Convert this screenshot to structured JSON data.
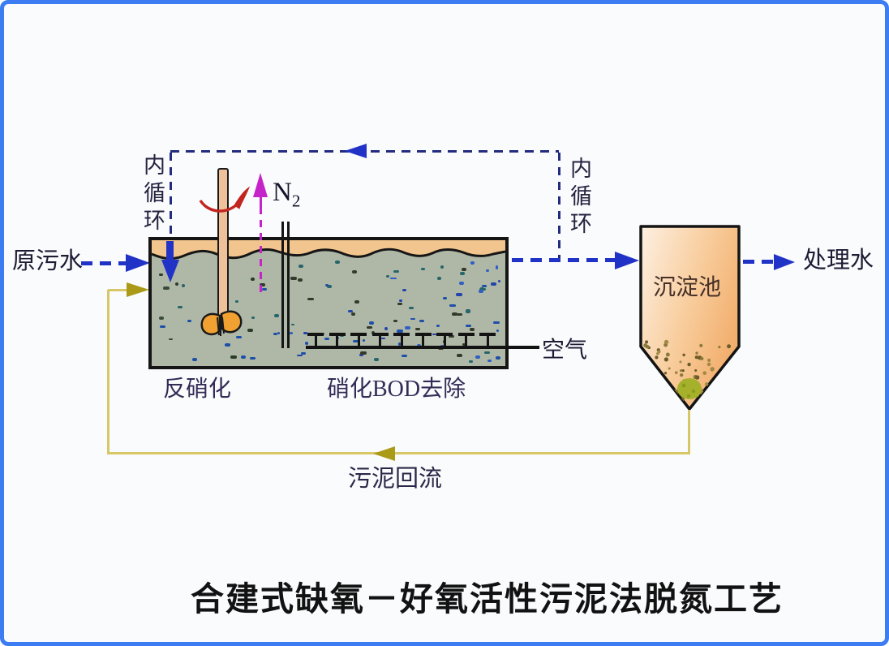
{
  "frame": {
    "border_color": "#3d7cf2",
    "background": "#fafbfd"
  },
  "title": "合建式缺氧－好氧活性污泥法脱氮工艺",
  "labels": {
    "raw_water": "原污水",
    "treated_water": "处理水",
    "internal_circulation_left": "内循环",
    "internal_circulation_right": "内循环",
    "n2_main": "N",
    "n2_sub": "2",
    "air": "空气",
    "denitrification_zone": "反硝化",
    "nitrification_zone": "硝化BOD去除",
    "sedimentation_tank": "沉淀池",
    "sludge_return": "污泥回流"
  },
  "colors": {
    "navy": "#232c7e",
    "blue": "#2133c6",
    "magenta": "#c424c8",
    "red": "#c22520",
    "water": "#afb8a6",
    "band": "#f3c58e",
    "shaft": "#eec19b",
    "impeller": "#f0a132",
    "oliveline": "#d8c767",
    "olivedark": "#ab9a18",
    "sludgeball": "#a6b12b",
    "sed_light": "#fdf0e2",
    "sed_mid": "#f8cd9d",
    "sed_deep": "#f2ae6d"
  },
  "texture": {
    "seed": 7,
    "anoxic_speckles": {
      "count": 26,
      "x": [
        8,
        158
      ],
      "y": [
        38,
        146
      ],
      "colors": [
        "#27656a",
        "#3a4a3a",
        "#1d4fa8",
        "#2b3b2b"
      ]
    },
    "aerobic_speckles": {
      "count": 88,
      "x": [
        170,
        428
      ],
      "y": [
        24,
        148
      ],
      "colors": [
        "#2f5fc4",
        "#1d4fa8",
        "#27656a",
        "#333a2a",
        "#2244aa"
      ]
    },
    "sludge_dots": {
      "count": 52,
      "colors": [
        "#8a7a3a",
        "#a08a45",
        "#6b5c28"
      ]
    }
  }
}
